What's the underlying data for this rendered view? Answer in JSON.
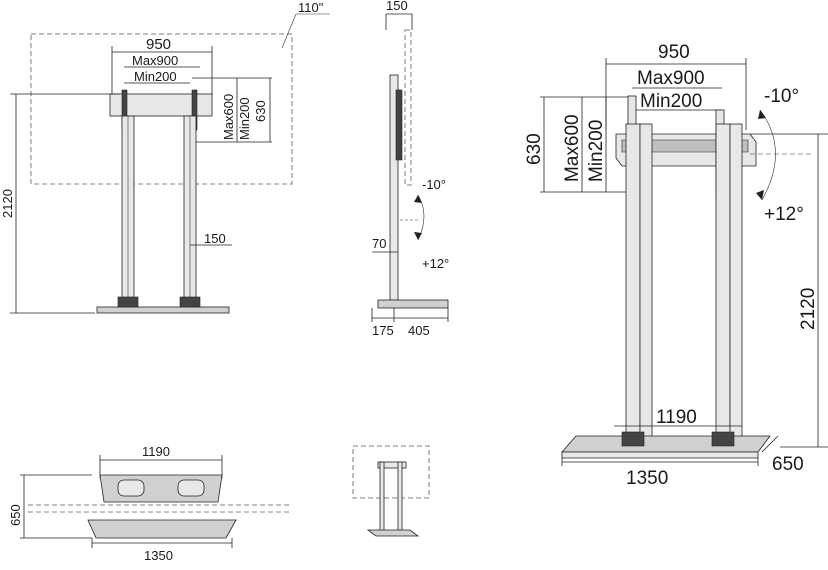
{
  "front_view": {
    "screen_size": "110\"",
    "width_label": "950",
    "max_w": "Max900",
    "min_w": "Min200",
    "max_h": "Max600",
    "min_h": "Min200",
    "height_630": "630",
    "height_2120": "2120",
    "offset_150": "150"
  },
  "side_view": {
    "depth_150": "150",
    "tilt_up": "-10°",
    "tilt_down": "+12°",
    "h_70": "70",
    "foot_front": "175",
    "foot_back": "405"
  },
  "top_view": {
    "width_1190": "1190",
    "depth_650": "650",
    "base_1350": "1350"
  },
  "iso_view": {
    "width_950": "950",
    "max_w": "Max900",
    "min_w": "Min200",
    "max_h": "Max600",
    "min_h": "Min200",
    "height_630": "630",
    "tilt_up": "-10°",
    "tilt_down": "+12°",
    "height_2120": "2120",
    "width_1190": "1190",
    "base_1350": "1350",
    "depth_650": "650"
  }
}
